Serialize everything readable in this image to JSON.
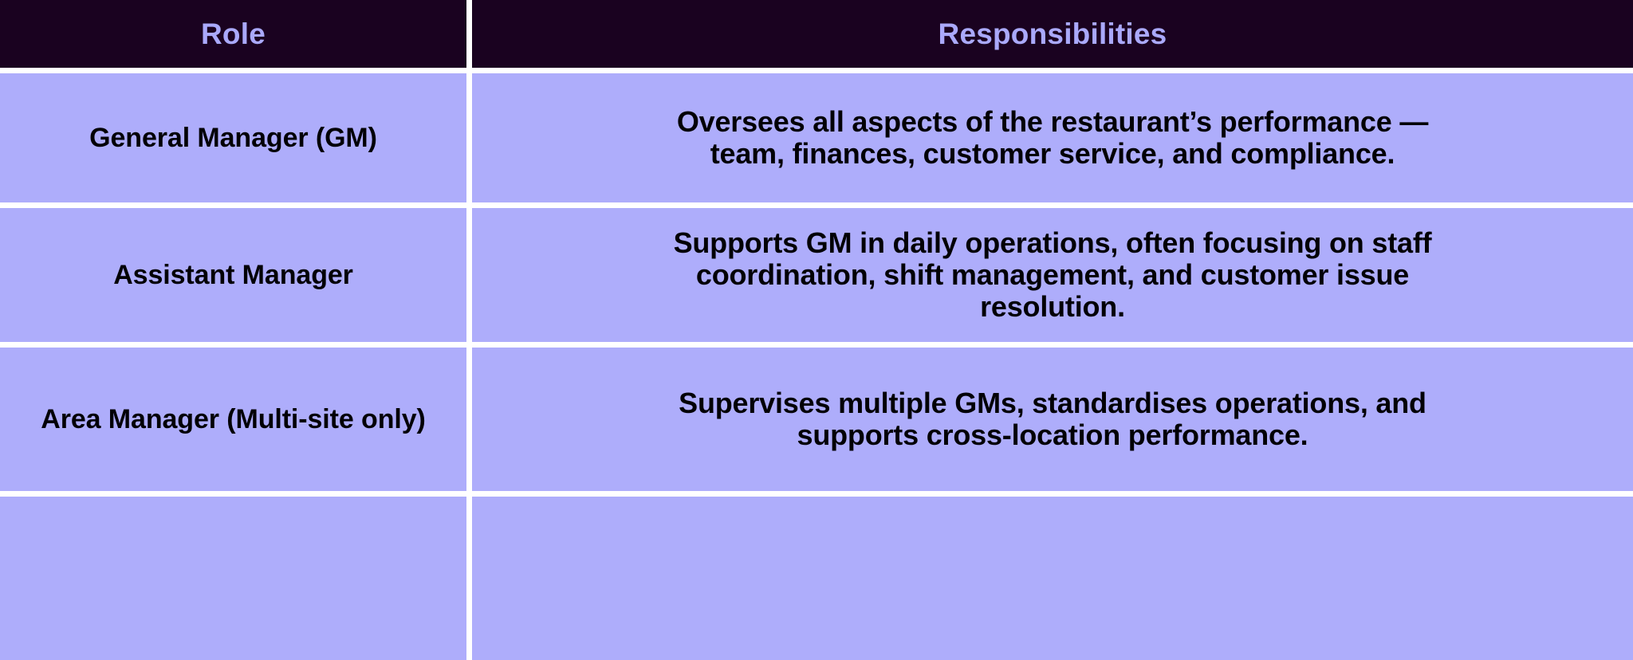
{
  "table": {
    "columns": [
      {
        "key": "role",
        "header": "Role"
      },
      {
        "key": "responsibilities",
        "header": "Responsibilities"
      }
    ],
    "header_background": "#1a0220",
    "header_text_color": "#aaa9fb",
    "cell_background": "#aeadfb",
    "cell_text_color": "#020005",
    "gridline_color": "#ffffff",
    "rows": [
      {
        "role": "General Manager (GM)",
        "responsibilities": "Oversees all aspects of the restaurant’s performance —\nteam, finances, customer service, and compliance."
      },
      {
        "role": "Assistant Manager",
        "responsibilities": "Supports GM in daily operations, often focusing on staff\ncoordination, shift management, and customer issue\nresolution."
      },
      {
        "role": "Area Manager (Multi-site only)",
        "responsibilities": "Supervises multiple GMs, standardises operations, and\nsupports cross-location performance."
      }
    ]
  }
}
